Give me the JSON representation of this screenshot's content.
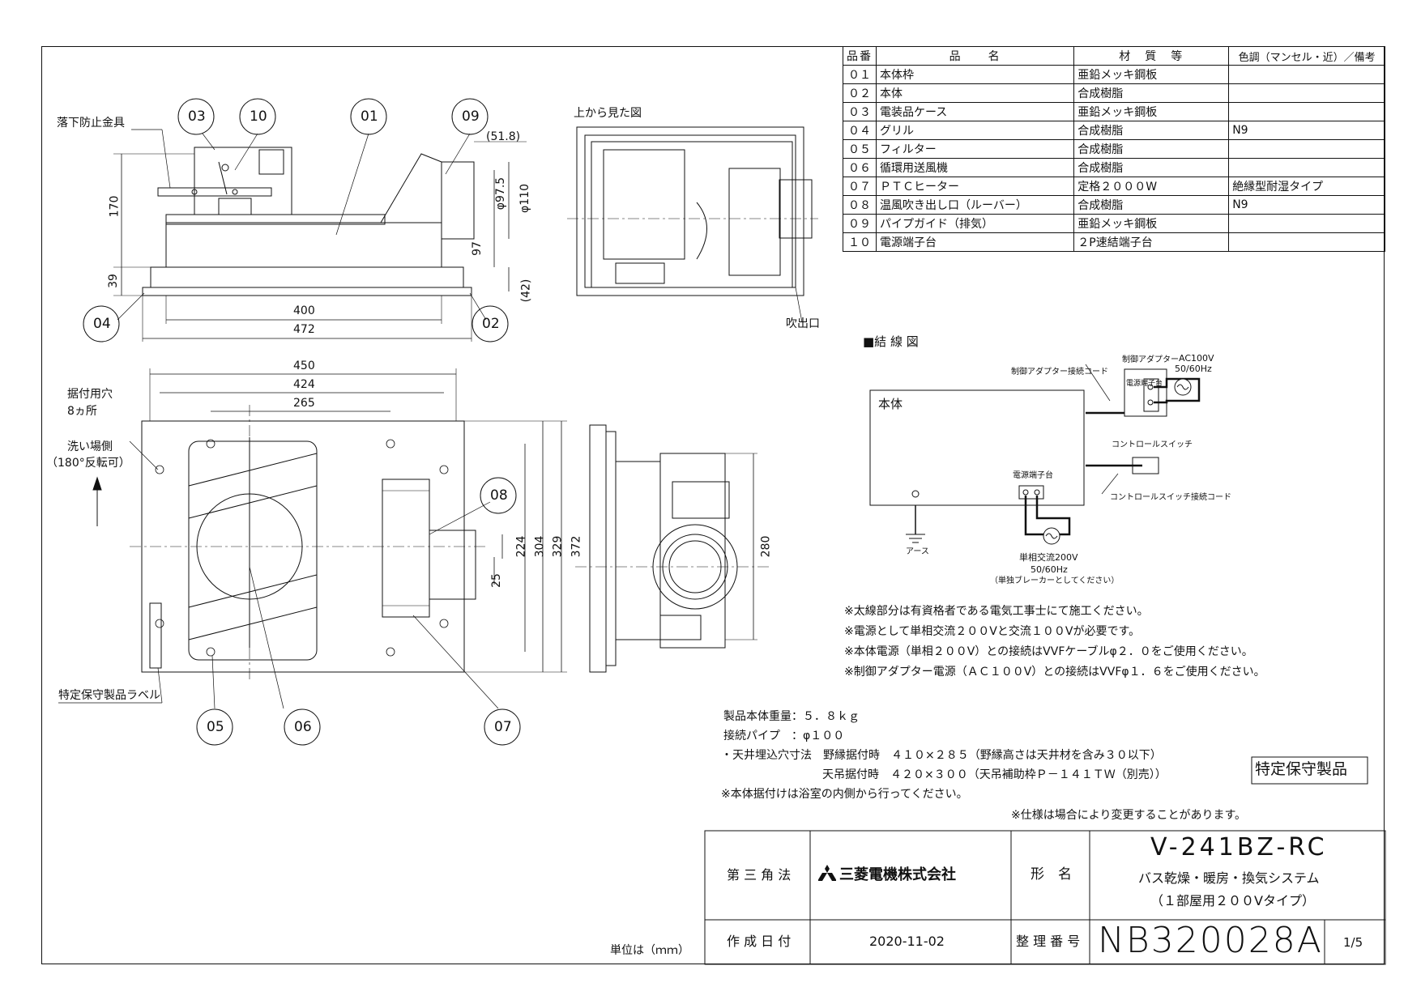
{
  "parts_table": {
    "headers": [
      "品番",
      "品　　名",
      "材　質　等",
      "色調（マンセル・近）／備考"
    ],
    "rows": [
      [
        "０１",
        "本体枠",
        "亜鉛メッキ鋼板",
        ""
      ],
      [
        "０２",
        "本体",
        "合成樹脂",
        ""
      ],
      [
        "０３",
        "電装品ケース",
        "亜鉛メッキ鋼板",
        ""
      ],
      [
        "０４",
        "グリル",
        "合成樹脂",
        "N9"
      ],
      [
        "０５",
        "フィルター",
        "合成樹脂",
        ""
      ],
      [
        "０６",
        "循環用送風機",
        "合成樹脂",
        ""
      ],
      [
        "０７",
        "ＰＴＣヒーター",
        "定格２０００W",
        "絶縁型耐湿タイプ"
      ],
      [
        "０８",
        "温風吹き出し口（ルーバー）",
        "合成樹脂",
        "N9"
      ],
      [
        "０９",
        "パイプガイド（排気）",
        "亜鉛メッキ鋼板",
        ""
      ],
      [
        "１０",
        "電源端子台",
        "２P速結端子台",
        ""
      ]
    ]
  },
  "side_view": {
    "label_fall_guard": "落下防止金具",
    "callouts": [
      "03",
      "10",
      "01",
      "09",
      "04",
      "02"
    ],
    "dims": {
      "d170": "170",
      "d39": "39",
      "d97_5": "φ97.5",
      "d110": "φ110",
      "d97": "97",
      "d51_8": "(51.8)",
      "d42": "(42)",
      "d400": "400",
      "d472": "472"
    }
  },
  "top_view": {
    "title": "上から見た図",
    "outlet_label": "吹出口"
  },
  "front_view": {
    "mount_holes": "据付用穴",
    "mount_count": "8ヵ所",
    "wash_side": "洗い場側",
    "rotatable": "（180°反転可）",
    "label_tag": "特定保守製品ラベル",
    "callouts": [
      "08",
      "05",
      "06",
      "07"
    ],
    "dims": {
      "d450": "450",
      "d424": "424",
      "d265": "265",
      "d224": "224",
      "d304": "304",
      "d329": "329",
      "d372": "372",
      "d25": "25",
      "d280": "280"
    }
  },
  "wiring": {
    "title": "■結 線 図",
    "body": "本体",
    "adapter_cord": "制御アダプター接続コード",
    "adapter": "制御アダプター",
    "terminal": "電源端子台",
    "ac100": "AC100V",
    "hz1": "50/60Hz",
    "control_switch": "コントロールスイッチ",
    "switch_cord": "コントロールスイッチ接続コード",
    "body_terminal": "電源端子台",
    "earth": "アース",
    "single_phase": "単相交流200V",
    "hz2": "50/60Hz",
    "breaker": "（単独ブレーカーとしてください）"
  },
  "notes": [
    "※太線部分は有資格者である電気工事士にて施工ください。",
    "※電源として単相交流２００Vと交流１００Vが必要です。",
    "※本体電源（単相２００V）との接続はVVFケーブルφ２．０をご使用ください。",
    "※制御アダプター電源（ＡＣ１００V）との接続はVVFφ１．６をご使用ください。"
  ],
  "specs": {
    "weight": "製品本体重量：５．８ｋｇ",
    "pipe": "接続パイプ　：φ１００",
    "ceiling1": "・天井埋込穴寸法　野縁据付時　４１０×２８５（野縁高さは天井材を含み３０以下）",
    "ceiling2": "天吊据付時　４２０×３００（天吊補助枠Ｐ－１４１ＴＷ（別売））",
    "install": "※本体据付けは浴室の内側から行ってください。",
    "spec_change": "※仕様は場合により変更することがあります。",
    "maint_stamp": "特定保守製品",
    "unit": "単位は（ｍｍ）"
  },
  "title_block": {
    "projection": "第 三 角 法",
    "company": "三菱電機株式会社",
    "model_label": "形　名",
    "model": "V-241BZ-RC",
    "desc1": "バス乾燥・暖房・換気システム",
    "desc2": "（１部屋用２００Vタイプ）",
    "date_label": "作 成 日 付",
    "date": "2020-11-02",
    "number_label": "整 理 番 号",
    "number": "NB320028A",
    "page": "1/5"
  }
}
